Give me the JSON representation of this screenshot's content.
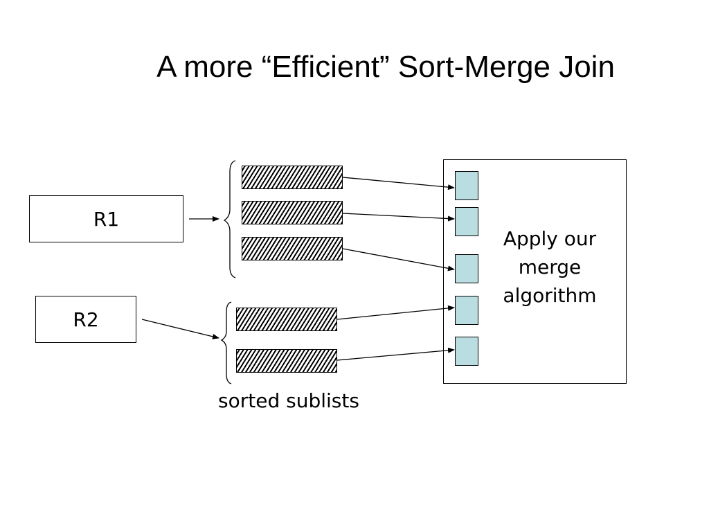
{
  "slide": {
    "title": "A more “Efficient” Sort-Merge Join"
  },
  "diagram": {
    "relations": [
      "R1",
      "R2"
    ],
    "merge_box_label": "Apply our merge algorithm",
    "caption": "sorted sublists",
    "colors": {
      "buffer_fill": "#b9dde0",
      "stroke": "#000000",
      "background": "#ffffff"
    }
  }
}
